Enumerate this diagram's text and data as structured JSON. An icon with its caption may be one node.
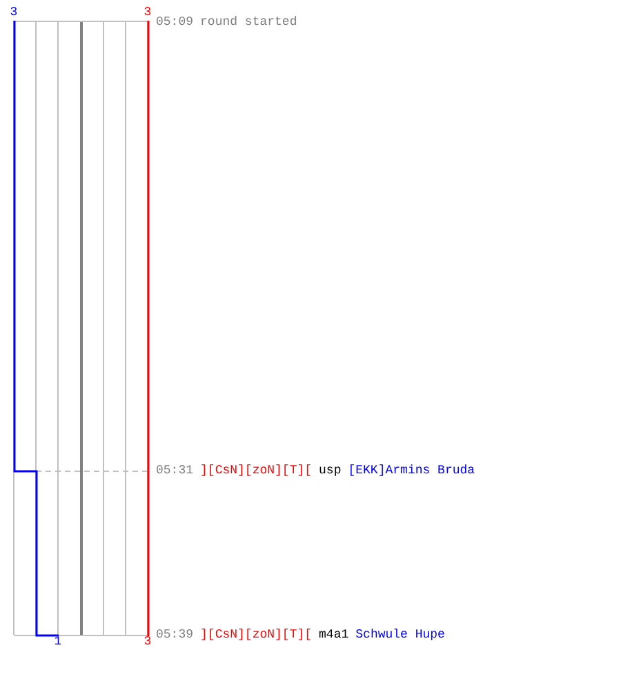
{
  "diagram": {
    "labels": [
      "3",
      "3",
      "05:09",
      "round started",
      "05:31",
      "][CsN][zoN][T][",
      "usp",
      "[EKK]Armins Bruda",
      "05:39",
      "][CsN][zoN][T][",
      "m4a1",
      "Schwule Hupe",
      "1",
      "3"
    ]
  }
}
